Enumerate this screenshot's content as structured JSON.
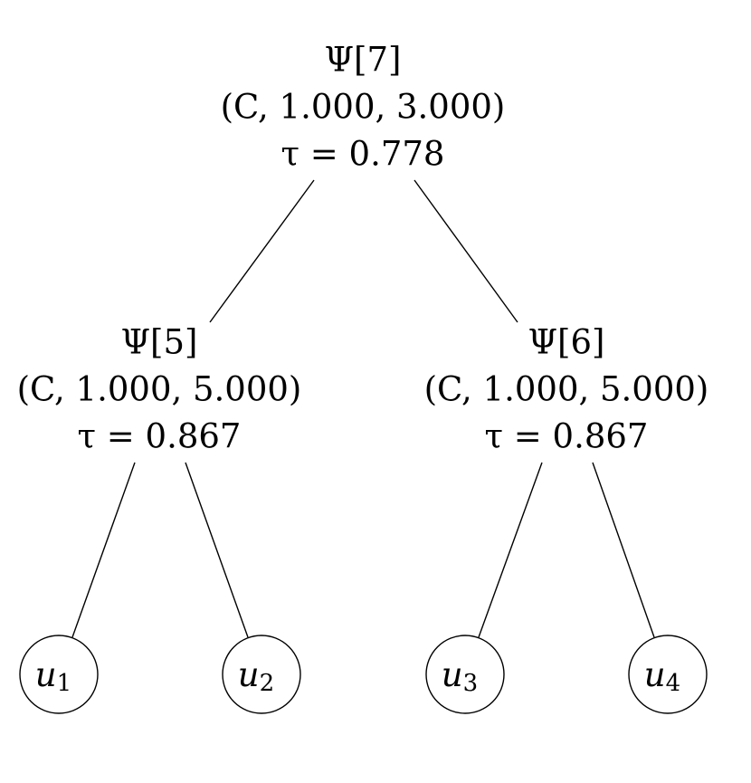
{
  "tree": {
    "nodes": [
      {
        "id": "n7",
        "kind": "internal",
        "psi": "Ψ[7]",
        "tuple": "(C, 1.000, 3.000)",
        "tau": "τ = 0.778"
      },
      {
        "id": "n5",
        "kind": "internal",
        "psi": "Ψ[5]",
        "tuple": "(C, 1.000, 5.000)",
        "tau": "τ = 0.867"
      },
      {
        "id": "n6",
        "kind": "internal",
        "psi": "Ψ[6]",
        "tuple": "(C, 1.000, 5.000)",
        "tau": "τ = 0.867"
      },
      {
        "id": "u1",
        "kind": "leaf",
        "var": "u",
        "sub": "1"
      },
      {
        "id": "u2",
        "kind": "leaf",
        "var": "u",
        "sub": "2"
      },
      {
        "id": "u3",
        "kind": "leaf",
        "var": "u",
        "sub": "3"
      },
      {
        "id": "u4",
        "kind": "leaf",
        "var": "u",
        "sub": "4"
      }
    ],
    "edges": [
      [
        "n7",
        "n5"
      ],
      [
        "n7",
        "n6"
      ],
      [
        "n5",
        "u1"
      ],
      [
        "n5",
        "u2"
      ],
      [
        "n6",
        "u3"
      ],
      [
        "n6",
        "u4"
      ]
    ]
  }
}
